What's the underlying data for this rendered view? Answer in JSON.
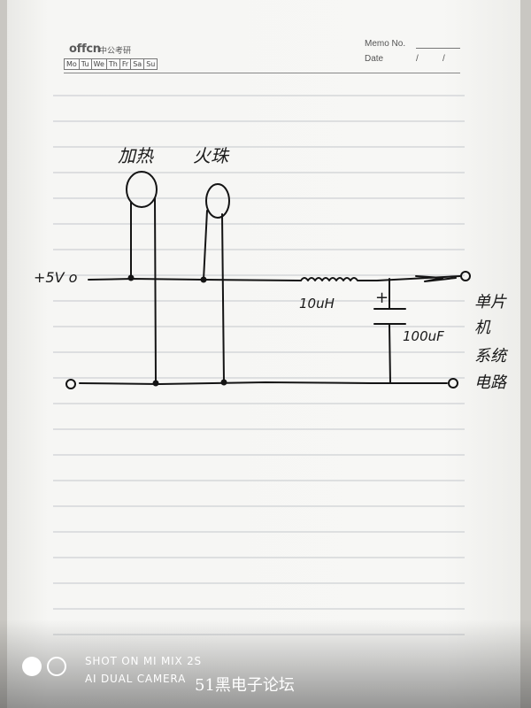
{
  "notebook": {
    "logo": "offcn",
    "logo_cn": "中公考研",
    "days": [
      "Mo",
      "Tu",
      "We",
      "Th",
      "Fr",
      "Sa",
      "Su"
    ],
    "memo_label": "Memo No.",
    "date_label": "Date",
    "date_sep_1": "/",
    "date_sep_2": "/"
  },
  "diagram": {
    "label_top_left": "加热",
    "label_top_mid": "火珠",
    "label_voltage": "+5V o",
    "label_inductor": "10uH",
    "label_cap_plus": "+",
    "label_capacitor": "100uF",
    "label_side": [
      "单片",
      "机",
      "系统",
      "电路"
    ],
    "ink_color": "#141414",
    "paper_color": "#f7f7f5",
    "rule_color": "#c4c7cc"
  },
  "watermark": {
    "line1": "SHOT ON MI MIX 2S",
    "line2": "AI DUAL CAMERA",
    "forum": "51黑电子论坛"
  }
}
